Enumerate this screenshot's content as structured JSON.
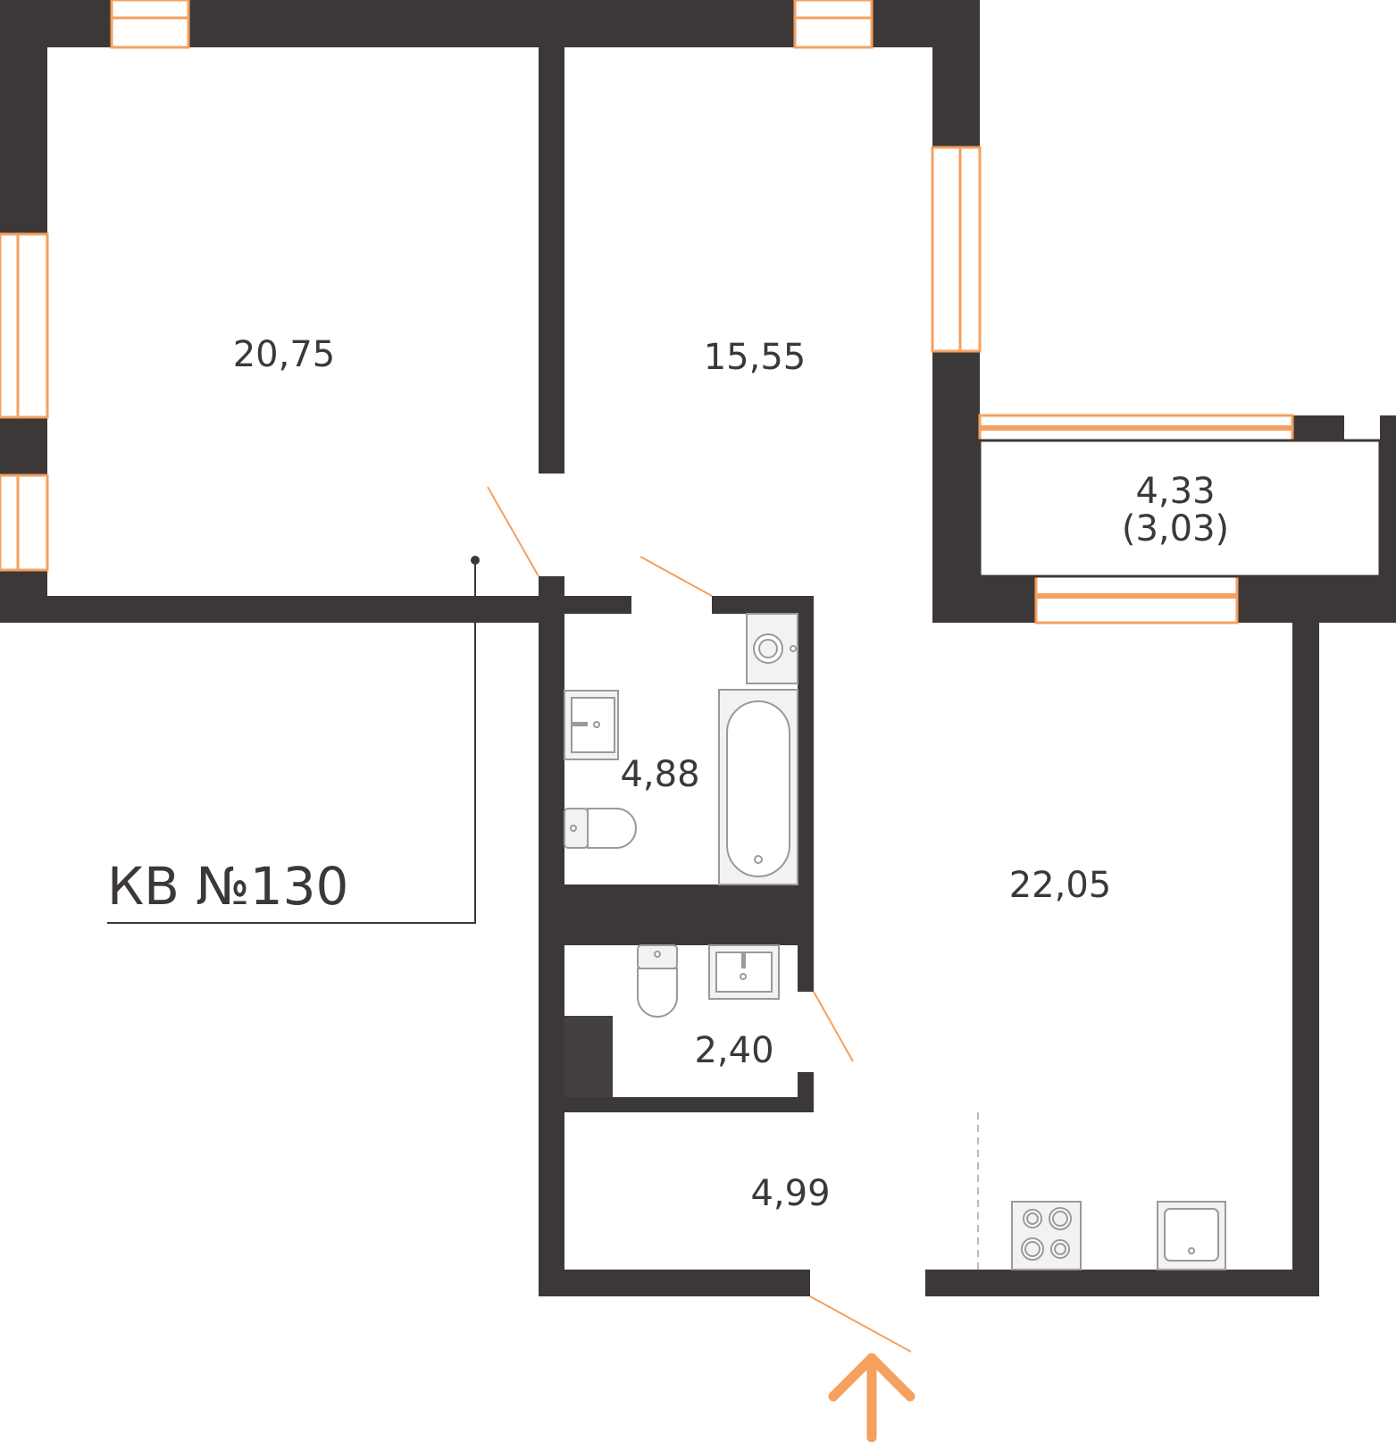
{
  "apartment": {
    "label": "КВ №130"
  },
  "rooms": [
    {
      "id": "room-1",
      "area": "20,75"
    },
    {
      "id": "room-2",
      "area": "15,55"
    },
    {
      "id": "balcony",
      "area": "4,33",
      "area_reduced": "(3,03)"
    },
    {
      "id": "bathroom",
      "area": "4,88"
    },
    {
      "id": "kitchen-living",
      "area": "22,05"
    },
    {
      "id": "toilet",
      "area": "2,40"
    },
    {
      "id": "hallway",
      "area": "4,99"
    }
  ],
  "colors": {
    "wall": "#3c3837",
    "window": "#f5a05f",
    "fixture_stroke": "#9a9a9a",
    "fixture_fill": "#f2f2f2"
  },
  "icons": {
    "entrance": "arrow-up-icon",
    "stove": "stove-icon",
    "sink": "sink-icon",
    "toilet": "toilet-icon",
    "bathtub": "bathtub-icon",
    "washer": "washing-machine-icon"
  }
}
